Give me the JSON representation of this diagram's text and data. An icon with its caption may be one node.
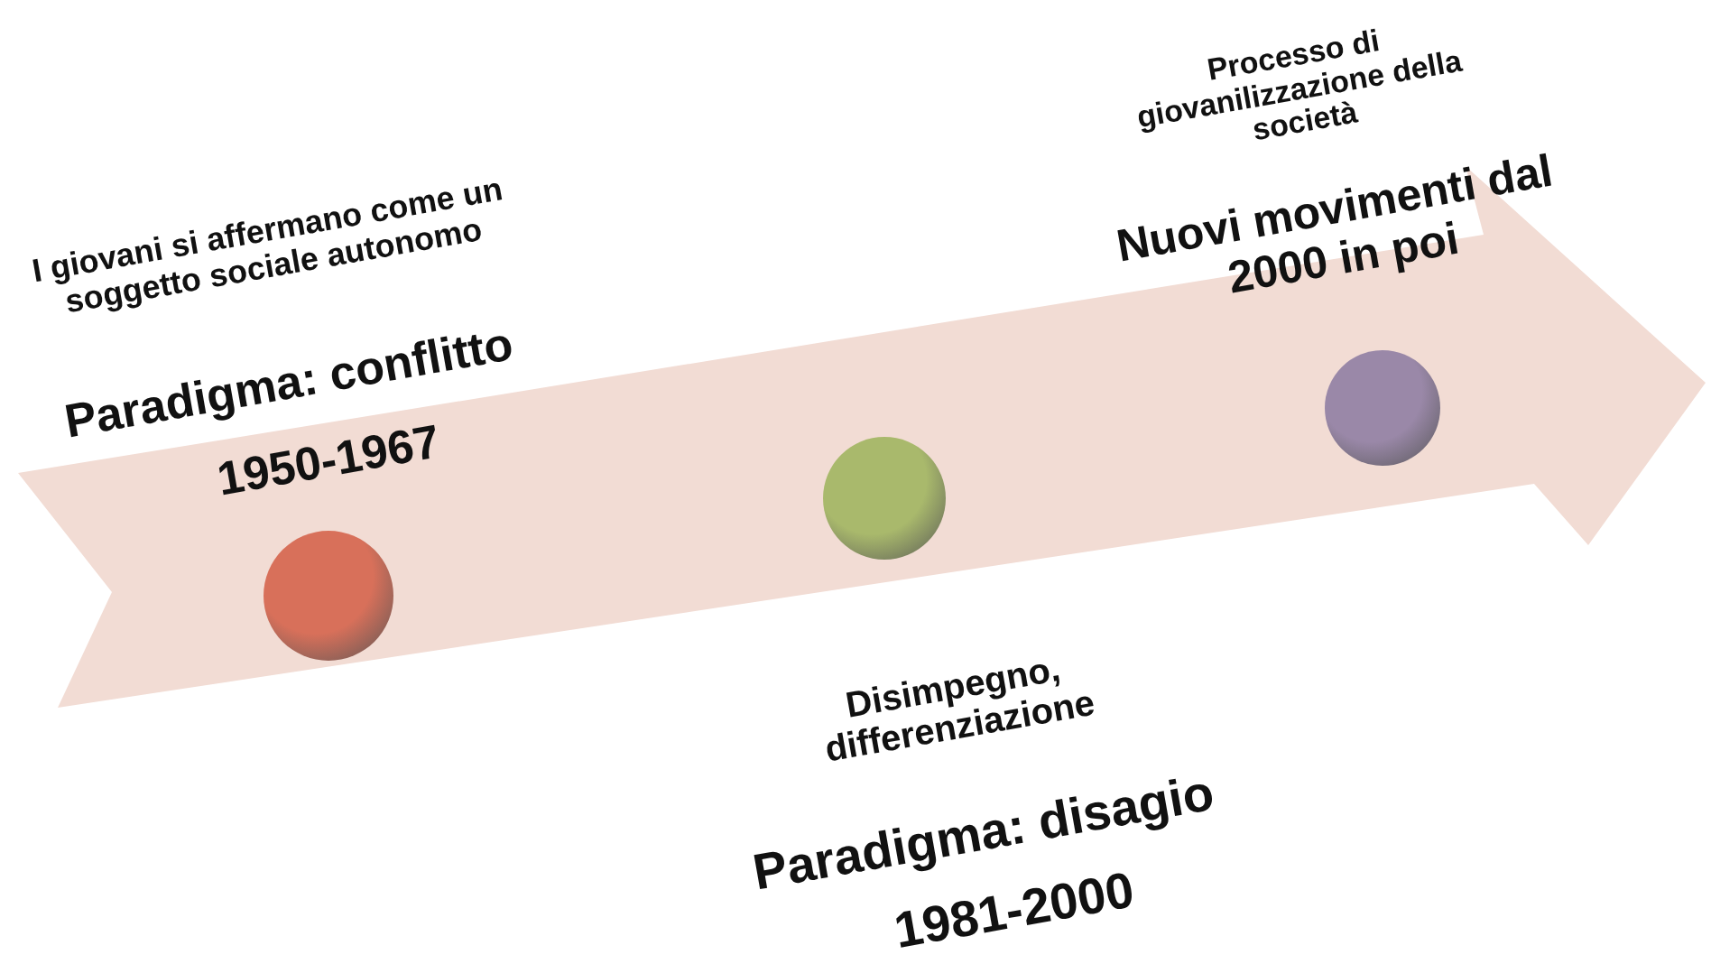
{
  "diagram": {
    "nodes": [
      {
        "text": [],
        "shape": "circle",
        "beside": [
          "I giovani si affermano come un soggetto sociale autonomo",
          "Paradigma: conflitto",
          "1950-1967"
        ]
      },
      {
        "text": [],
        "shape": "circle",
        "beside": [
          "Disimpegno, differenziazione",
          "Paradigma: disagio",
          "1981-2000"
        ]
      },
      {
        "text": [],
        "shape": "circle",
        "beside": [
          "Processo di giovanilizzazione della società",
          "Nuovi movimenti dal 2000 in poi"
        ]
      }
    ]
  }
}
